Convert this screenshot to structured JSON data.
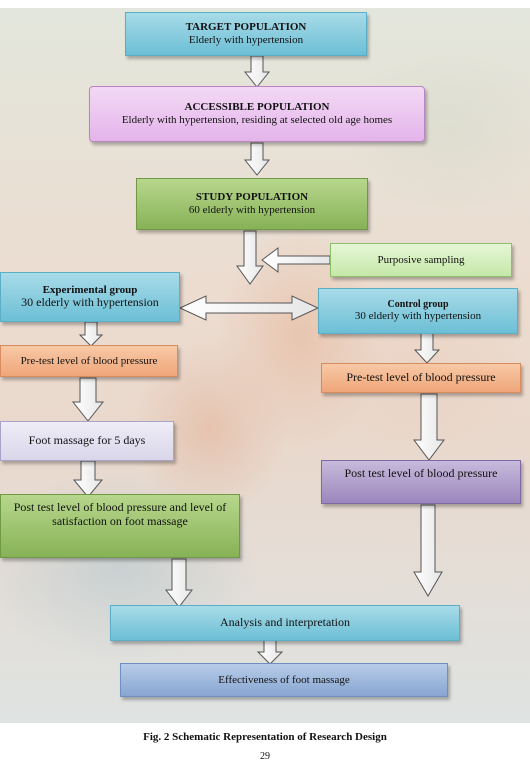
{
  "target": {
    "title": "TARGET POPULATION",
    "text": "Elderly with hypertension"
  },
  "accessible": {
    "title": "ACCESSIBLE POPULATION",
    "text": "Elderly with hypertension, residing at selected old age homes"
  },
  "study": {
    "title": "STUDY POPULATION",
    "text": "60 elderly with hypertension"
  },
  "sampling": {
    "text": "Purposive sampling"
  },
  "experimental": {
    "title": "Experimental group",
    "text": "30 elderly with hypertension",
    "pretest": "Pre-test level of blood pressure",
    "intervention": "Foot massage for 5 days",
    "posttest": "Post test level of blood pressure and level of satisfaction on foot massage"
  },
  "control": {
    "title": "Control group",
    "text": "30 elderly with hypertension",
    "pretest": "Pre-test level of blood pressure",
    "posttest": "Post test level of blood pressure"
  },
  "analysis": {
    "text": "Analysis and interpretation"
  },
  "effectiveness": {
    "text": "Effectiveness of foot massage"
  },
  "caption": "Fig. 2 Schematic Representation of Research Design",
  "page_number": "29",
  "colors": {
    "blue": "#6cbfd6",
    "pink": "#e4b4ea",
    "green": "#87b257",
    "light_green": "#c6e8a8",
    "orange": "#f0a679",
    "lavender": "#d9d6ea",
    "purple": "#9c86bd",
    "light_blue": "#88a6d2"
  }
}
